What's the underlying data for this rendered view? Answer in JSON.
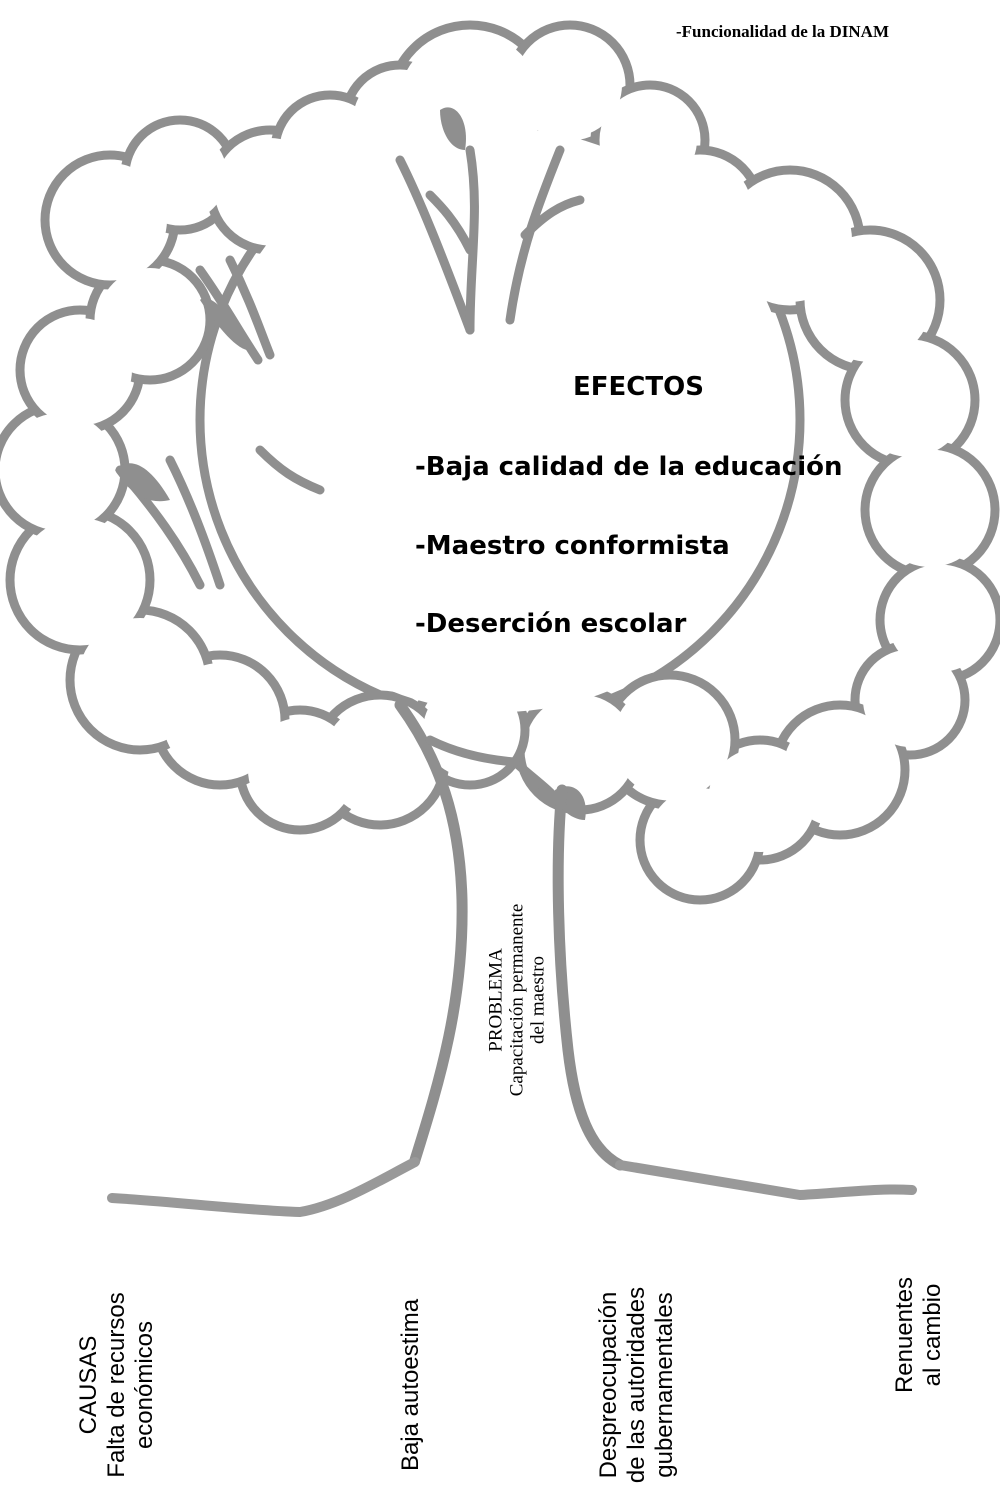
{
  "header": {
    "note": "-Funcionalidad de la DINAM"
  },
  "effects": {
    "title": "EFECTOS",
    "items": [
      "-Baja calidad de la educación",
      "-Maestro conformista",
      "-Deserción escolar"
    ]
  },
  "problem": {
    "label": "PROBLEMA",
    "line1": "Capacitación  permanente",
    "line2": "del maestro"
  },
  "causes": [
    {
      "line1": "CAUSAS",
      "line2": "Falta de recursos",
      "line3": "económicos"
    },
    {
      "line1": "Baja autoestima"
    },
    {
      "line1": "Despreocupación",
      "line2": "de las autoridades",
      "line3": "gubernamentales"
    },
    {
      "line1": "Renuentes",
      "line2": "al cambio"
    }
  ],
  "colors": {
    "outline": "#8f8f8f",
    "fill": "#ffffff",
    "text": "#000000"
  }
}
